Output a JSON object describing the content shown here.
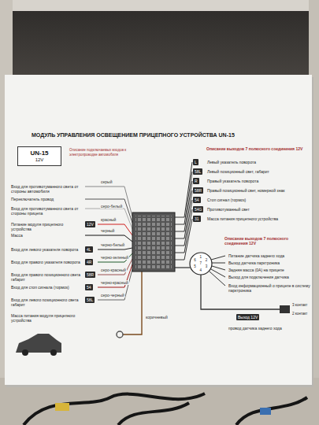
{
  "diagram": {
    "title": "МОДУЛЬ УПРАВЛЕНИЯ ОСВЕЩЕНИЕМ ПРИЦЕПНОГО УСТРОЙСТВА UN-15",
    "nodes": [
      {
        "text": [
          "UN-15",
          "12V"
        ]
      },
      {
        "text": [
          "L"
        ]
      },
      {
        "text": [
          "58L"
        ]
      },
      {
        "text": [
          "R"
        ]
      },
      {
        "text": [
          "58R"
        ]
      },
      {
        "text": [
          "54"
        ]
      },
      {
        "text": [
          "54G"
        ]
      },
      {
        "text": [
          "31"
        ]
      },
      {
        "text": [
          "Выход 12V"
        ]
      },
      {
        "text": [
          "12V"
        ]
      },
      {
        "text": [
          "4L"
        ]
      },
      {
        "text": [
          "4R"
        ]
      },
      {
        "text": [
          "58R"
        ]
      },
      {
        "text": [
          "54"
        ]
      },
      {
        "text": [
          "58L"
        ]
      }
    ],
    "labels": [
      "Описание подключаемых входов к электропроводке автомобиля",
      "Описание выходов 7 полюсного соединения 12V",
      "Левый указатель поворота",
      "Левый позиционный свет, габарит",
      "Правый указатель поворота",
      "Правый позиционный свет, номерной знак",
      "Стоп сигнал (тормоз)",
      "Противотуманный свет",
      "Масса питания прицепного устройства",
      "Вход для противотуманного света от стороны автомобиля",
      "серый",
      "Переключатель провод",
      "Вход для противотуманного света от стороны прицепа",
      "серо-белый",
      "Питание модуля прицепного устройства",
      "Масса",
      "красный",
      "черный",
      "Вход для левого указателя поворота",
      "черно-белый",
      "Вход для правого указателя поворота",
      "черно-зеленый",
      "Вход для правого позиционного света габарит",
      "серо-красный",
      "Вход для стоп сигнала (тормоз)",
      "черно-красный",
      "Вход для левого позиционного света габарит",
      "серо-черный",
      "Масса питания модуля прицепного устройства",
      "коричневый",
      "Описание выходов 7 полюсного соединения 12V",
      "Питание датчика заднего хода",
      "Выход датчика парктроника",
      "Задняя масса (0А) на прицепе",
      "Выход для подключения датчика",
      "Вход информационный о прицепе в систему парктроника",
      "3 контакт",
      "2 контакт",
      "провод датчика заднего хода",
      "1",
      "2",
      "3",
      "4",
      "5",
      "6",
      "7"
    ]
  }
}
